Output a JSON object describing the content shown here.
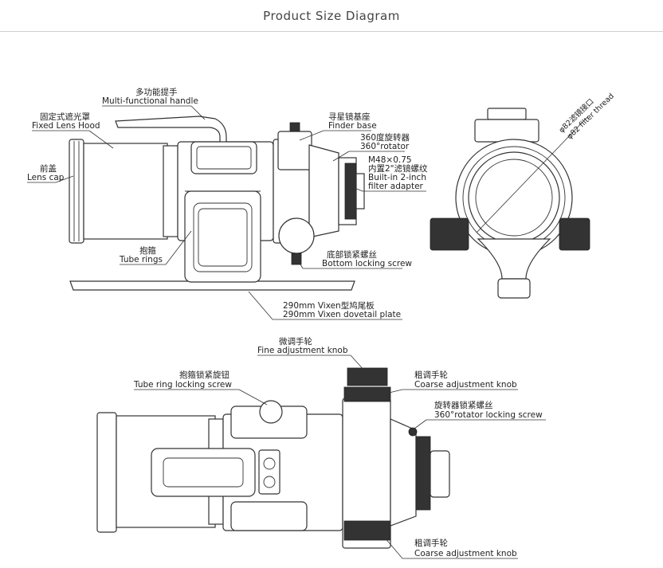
{
  "header": {
    "title": "Product Size Diagram"
  },
  "side_view": {
    "handle": {
      "cn": "多功能提手",
      "en": "Multi-functional handle"
    },
    "hood": {
      "cn": "固定式遮光罩",
      "en": "Fixed Lens Hood"
    },
    "cap": {
      "cn": "前盖",
      "en": "Lens cap"
    },
    "finder": {
      "cn": "寻星镜基座",
      "en": "Finder base"
    },
    "rotator": {
      "cn": "360度旋转器",
      "en": "360°rotator"
    },
    "filter": {
      "line1": "M48×0.75",
      "line2": "内置2\"滤镜螺纹",
      "line3": "Built-in 2-inch",
      "line4": "filter adapter"
    },
    "tube_rings": {
      "cn": "抱箍",
      "en": "Tube rings"
    },
    "bottom_screw": {
      "cn": "底部锁紧螺丝",
      "en": "Bottom locking screw"
    },
    "dovetail": {
      "cn": "290mm Vixen型鸠尾板",
      "en": "290mm Vixen dovetail plate"
    }
  },
  "rear_view": {
    "thread_cn": "φ82滤镜接口",
    "thread_en": "φ82 filter thread"
  },
  "top_view": {
    "fine_knob": {
      "cn": "微调手轮",
      "en": "Fine adjustment knob"
    },
    "ring_screw": {
      "cn": "抱箍锁紧旋钮",
      "en": "Tube ring locking screw"
    },
    "coarse_top": {
      "cn": "粗调手轮",
      "en": "Coarse adjustment knob"
    },
    "rotator_screw": {
      "cn": "旋转器锁紧螺丝",
      "en": "360°rotator locking screw"
    },
    "coarse_bottom": {
      "cn": "粗调手轮",
      "en": "Coarse adjustment knob"
    }
  }
}
